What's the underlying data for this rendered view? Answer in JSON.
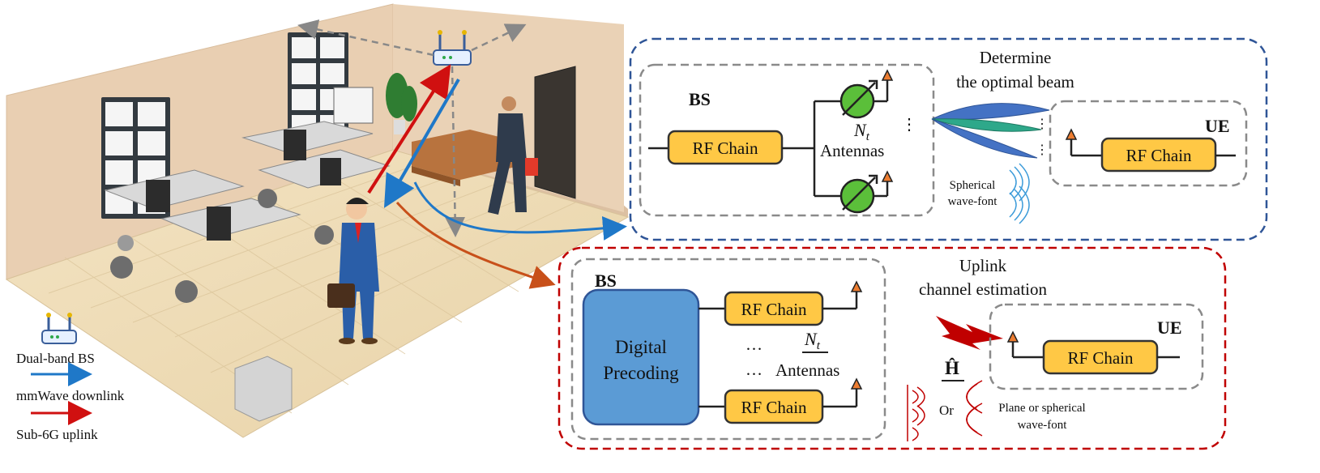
{
  "legend": {
    "bs_label": "Dual-band BS",
    "downlink_label": "mmWave downlink",
    "uplink_label": "Sub-6G uplink"
  },
  "top_panel": {
    "caption_line1": "Determine",
    "caption_line2": "the optimal beam",
    "bs_label": "BS",
    "rf_chain_label": "RF Chain",
    "nt_label": "N",
    "nt_sub": "t",
    "antennas_label": "Antennas",
    "ue_label": "UE",
    "ue_rf_chain_label": "RF Chain",
    "wavefront_line1": "Spherical",
    "wavefront_line2": "wave-font"
  },
  "bottom_panel": {
    "caption_line1": "Uplink",
    "caption_line2": "channel estimation",
    "bs_label": "BS",
    "digital_precoding_line1": "Digital",
    "digital_precoding_line2": "Precoding",
    "rf_chain_top_label": "RF Chain",
    "rf_chain_bottom_label": "RF Chain",
    "dots_label": "…",
    "nt_label": "N",
    "nt_sub": "t",
    "antennas_label": "Antennas",
    "channel_label": "Ĥ",
    "or_label": "Or",
    "wavefront_line1": "Plane or spherical",
    "wavefront_line2": "wave-font",
    "ue_label": "UE",
    "ue_rf_chain_label": "RF Chain"
  },
  "colors": {
    "top_border": "#2f5597",
    "bottom_border": "#c00000",
    "rf_chain_fill": "#ffc845",
    "digital_fill": "#5b9bd5",
    "downlink_arrow": "#1f78c8",
    "uplink_arrow": "#d01010",
    "phase_shifter": "#5bbf3a",
    "antenna_tip": "#ed7d31"
  }
}
